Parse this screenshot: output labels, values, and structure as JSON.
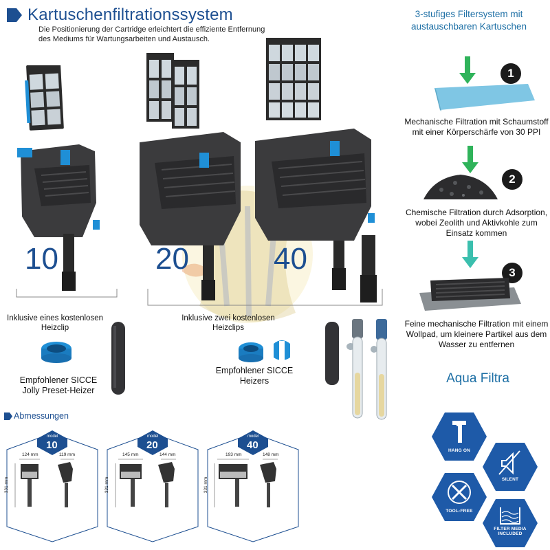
{
  "header": {
    "title": "Kartuschenfiltrationssystem",
    "subtitle": "Die Positionierung der Cartridge erleichtert die effiziente Entfernung des Mediums für Wartungsarbeiten und Austausch."
  },
  "models": [
    {
      "number": "10"
    },
    {
      "number": "20"
    },
    {
      "number": "40"
    }
  ],
  "captions": {
    "heizclip_single": "Inklusive eines kostenlosen Heizclip",
    "heizclip_double": "Inklusive zwei kostenlosen Heizclips",
    "heater_single": "Empfohlener SICCE Jolly Preset-Heizer",
    "heater_double": "Empfohlener SICCE Heizers"
  },
  "stages": {
    "heading": "3-stufiges Filtersystem mit austauschbaren Kartuschen",
    "items": [
      {
        "number": "1",
        "text": "Mechanische Filtration mit Schaumstoff mit einer Körperschärfe von 30 PPI"
      },
      {
        "number": "2",
        "text": "Chemische Filtration durch Adsorption, wobei Zeolith und Aktivkohle zum Einsatz kommen"
      },
      {
        "number": "3",
        "text": "Feine mechanische Filtration mit einem Wollpad, um kleinere Partikel aus dem Wasser zu entfernen"
      }
    ]
  },
  "brand": "Aqua Filtra",
  "dimensions": {
    "heading": "Abmessungen",
    "panels": [
      {
        "model_label": "model",
        "model": "10",
        "width": "124 mm",
        "depth": "119 mm",
        "height": "331 mm"
      },
      {
        "model_label": "model",
        "model": "20",
        "width": "145 mm",
        "depth": "144 mm",
        "height": "331 mm"
      },
      {
        "model_label": "model",
        "model": "40",
        "width": "193 mm",
        "depth": "148 mm",
        "height": "331 mm"
      }
    ]
  },
  "features": [
    {
      "label": "HANG ON",
      "icon": "hang-on-icon"
    },
    {
      "label": "SILENT",
      "icon": "silent-icon"
    },
    {
      "label": "TOOL-FREE",
      "icon": "tool-free-icon"
    },
    {
      "label": "FILTER MEDIA INCLUDED",
      "icon": "filter-media-icon"
    }
  ],
  "colors": {
    "brand_blue": "#1d4f91",
    "accent_blue": "#1d6fa5",
    "cartridge_blue": "#1f8fd6",
    "arrow_green": "#2fb35a"
  }
}
